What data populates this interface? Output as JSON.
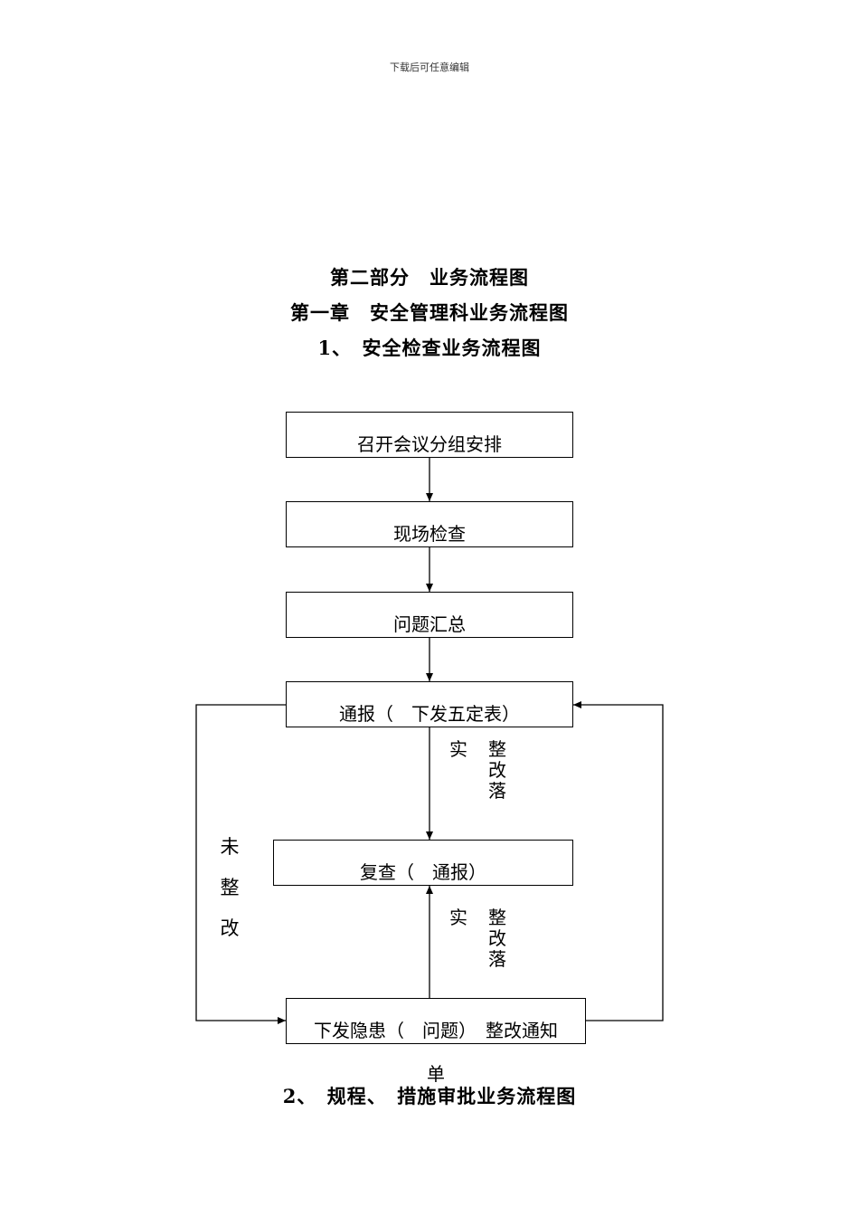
{
  "header_note": "下载后可任意编辑",
  "headings": {
    "part": "第二部分　业务流程图",
    "chapter": "第一章　安全管理科业务流程图",
    "section1": "1、　安全检查业务流程图",
    "section2": "2、　规程、　措施审批业务流程图"
  },
  "flow": {
    "step1": "召开会议分组安排",
    "step2": "现场检查",
    "step3": "问题汇总",
    "step4": "通报（　下发五定表）",
    "step5": "复查（　通报）",
    "step6": "下发隐患（　问题）　整改通知",
    "step6_wrap": "单",
    "label_upper_left": "实",
    "label_upper_right": [
      "整",
      "改",
      "落"
    ],
    "label_lower_left": "实",
    "label_lower_right": [
      "整",
      "改",
      "落"
    ],
    "label_not_fixed": [
      "未",
      "整",
      "改"
    ]
  }
}
